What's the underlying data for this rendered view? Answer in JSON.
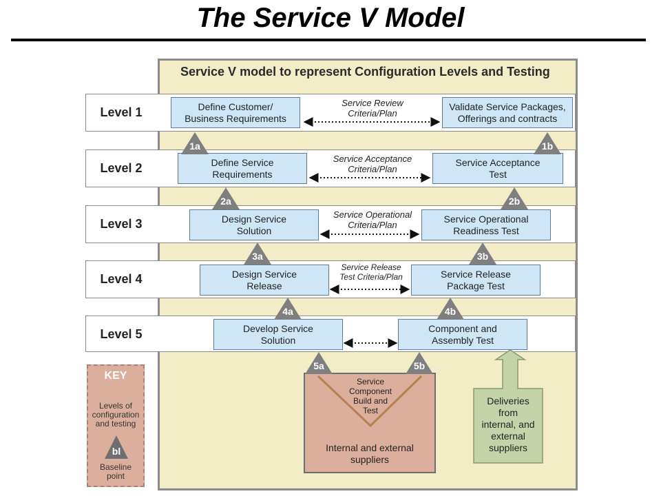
{
  "title": "The Service V Model",
  "panel_heading": "Service V model to represent Configuration Levels and Testing",
  "levels": [
    "Level 1",
    "Level 2",
    "Level 3",
    "Level 4",
    "Level 5"
  ],
  "left_boxes": [
    "Define Customer/\nBusiness Requirements",
    "Define Service\nRequirements",
    "Design Service\nSolution",
    "Design Service\nRelease",
    "Develop Service\nSolution"
  ],
  "right_boxes": [
    "Validate Service Packages,\nOfferings and contracts",
    "Service Acceptance\nTest",
    "Service Operational\nReadiness Test",
    "Service Release\nPackage Test",
    "Component and\nAssembly Test"
  ],
  "criteria": [
    "Service Review\nCriteria/Plan",
    "Service Acceptance\nCriteria/Plan",
    "Service Operational\nCriteria/Plan",
    "Service Release\nTest Criteria/Plan"
  ],
  "baselines": {
    "l1a": "1a",
    "l1b": "1b",
    "l2a": "2a",
    "l2b": "2b",
    "l3a": "3a",
    "l3b": "3b",
    "l4a": "4a",
    "l4b": "4b",
    "l5a": "5a",
    "l5b": "5b"
  },
  "suppliers_box": {
    "v_text": "Service\nComponent\nBuild and\nTest",
    "label": "Internal and external\nsuppliers"
  },
  "deliveries_text": "Deliveries\nfrom\ninternal, and\nexternal\nsuppliers",
  "key": {
    "title": "KEY",
    "levels_text": "Levels of\nconfiguration\nand testing",
    "baseline_symbol": "bl",
    "baseline_text": "Baseline\npoint"
  },
  "colors": {
    "panel": "#f2edc6",
    "box": "#cfe6f7",
    "triangle": "#808080",
    "suppliers": "#dcaf9d",
    "deliveries": "#c5d3a8",
    "key": "#dcaf9d"
  }
}
